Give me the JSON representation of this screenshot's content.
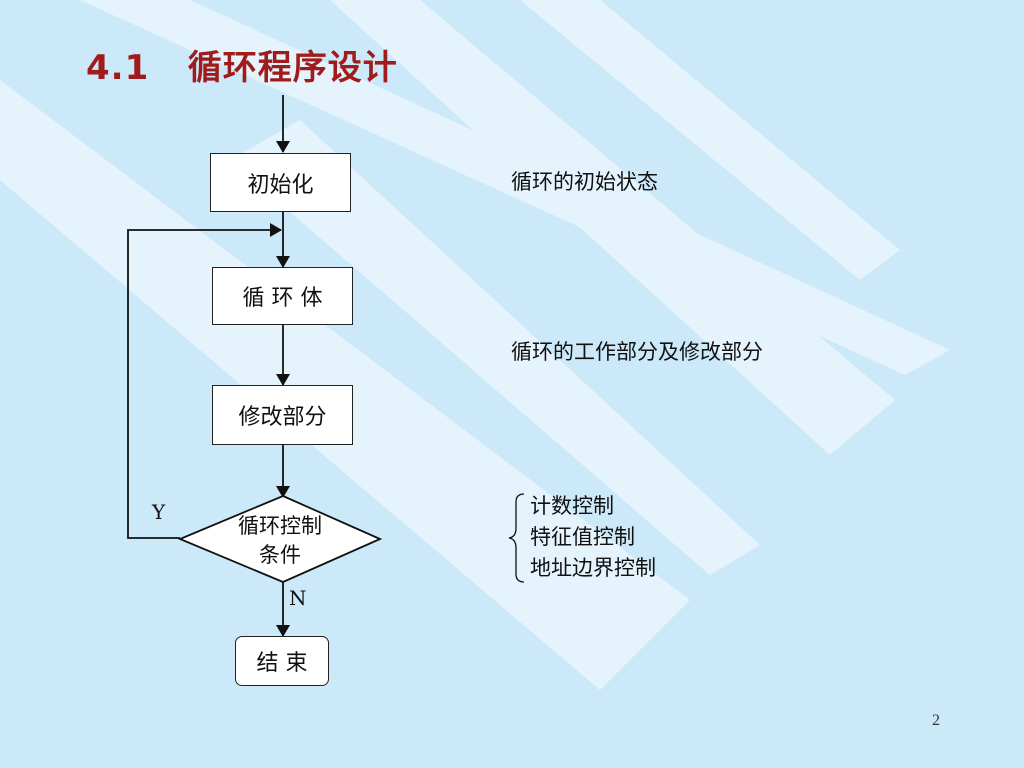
{
  "title": "4.1   循环程序设计",
  "flow": {
    "init": "初始化",
    "body": "循 环 体",
    "modify": "修改部分",
    "cond_line1": "循环控制",
    "cond_line2": "条件",
    "end": "结  束",
    "yes": "Y",
    "no": "N"
  },
  "notes": {
    "init_note": "循环的初始状态",
    "body_note": "循环的工作部分及修改部分",
    "control_items": [
      "计数控制",
      "特征值控制",
      "地址边界控制"
    ]
  },
  "page_number": "2",
  "colors": {
    "background": "#cce9f9",
    "stripe": "#e4f3fc",
    "title": "#a01c1c"
  }
}
